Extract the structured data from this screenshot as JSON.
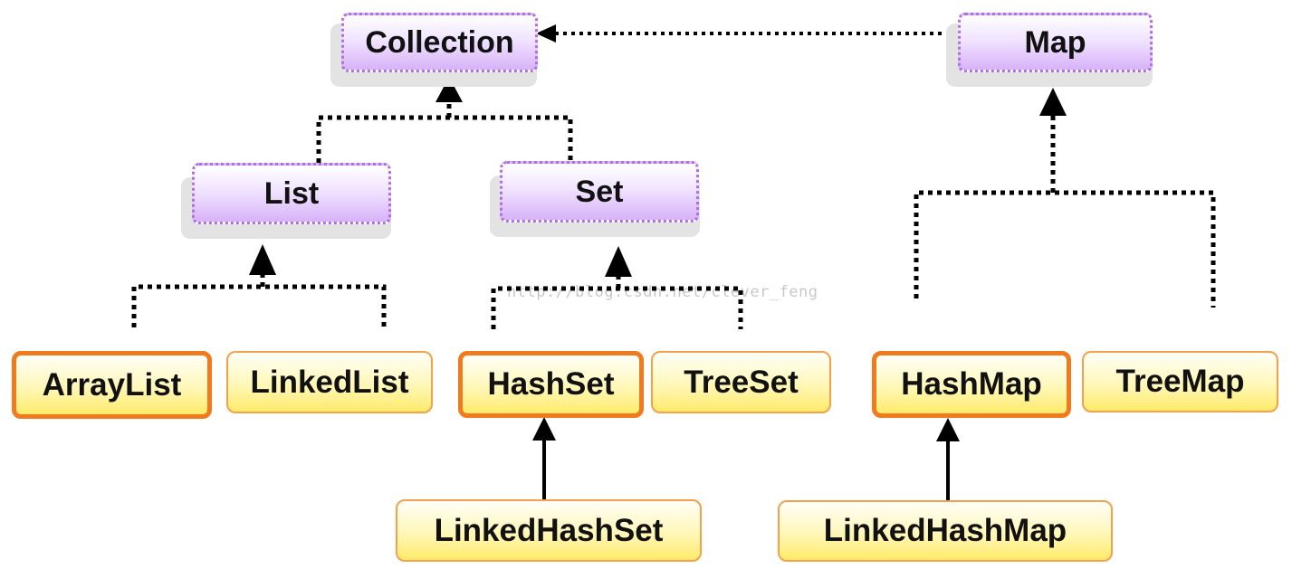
{
  "interfaces": {
    "collection": "Collection",
    "map": "Map",
    "list": "List",
    "set": "Set"
  },
  "classes": {
    "array_list": "ArrayList",
    "linked_list": "LinkedList",
    "hash_set": "HashSet",
    "tree_set": "TreeSet",
    "hash_map": "HashMap",
    "tree_map": "TreeMap",
    "linked_hash_set": "LinkedHashSet",
    "linked_hash_map": "LinkedHashMap"
  },
  "watermark": "http://blog.csdn.net/clever_feng",
  "colors": {
    "interface_border": "#b06ee0",
    "interface_fill": "#d7b2f8",
    "class_border": "#f5a04a",
    "class_border_strong": "#f07a1e",
    "class_fill": "#ffeb6a",
    "connector": "#000000"
  }
}
